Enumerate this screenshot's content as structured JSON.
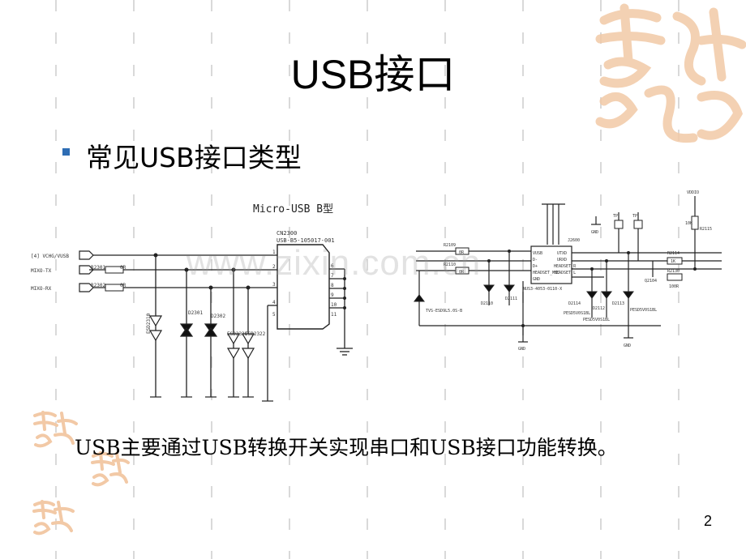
{
  "slide": {
    "title": "USB接口",
    "bullet": "常见USB接口类型",
    "caption": "USB主要通过USB转换开关实现串口和USB接口功能转换。",
    "page_number": "2",
    "watermark": "www.zixin.com.cn"
  },
  "left_schematic": {
    "heading": "Micro-USB B型",
    "connector": "CN2300",
    "connector_part": "USB-B5-105017-001",
    "nets": [
      "[4] VCHG/VUSB",
      "MIXO-TX",
      "MIXO-RX"
    ],
    "resistors": [
      "R2301",
      "R2302"
    ],
    "resistor_values": [
      "0R",
      "0R"
    ],
    "diodes": [
      "ESD2310",
      "D2301",
      "D2302",
      "ESD2321",
      "ESD2322"
    ],
    "pins": [
      "1",
      "2",
      "3",
      "4",
      "5",
      "6",
      "7",
      "8",
      "9",
      "10",
      "11"
    ]
  },
  "right_schematic": {
    "ic": "J2600",
    "ic_part": "NUS3-4053-0110-X",
    "ic_pins_left": [
      "VUSB",
      "D-",
      "D+",
      "HEADSET_MIC",
      "GND"
    ],
    "ic_pins_right": [
      "UTXD",
      "URXD",
      "HEADSET_R",
      "HEADSET_L"
    ],
    "resistors": [
      "R2109",
      "R2110",
      "R2114",
      "R2130"
    ],
    "resistor_values": [
      "0R",
      "0R",
      "1K",
      "100R"
    ],
    "labels": [
      "GND",
      "GND",
      "GND",
      "VDDIO",
      "D2111",
      "D2110",
      "D2114",
      "D2113",
      "D2112",
      "TVS-ESD9L5.0S-B",
      "PESD5V0S1BL",
      "PESD5V0S1BL",
      "PESD5V0S1BL",
      "R2115",
      "10K",
      "Q2104",
      "TP",
      "TP"
    ]
  }
}
